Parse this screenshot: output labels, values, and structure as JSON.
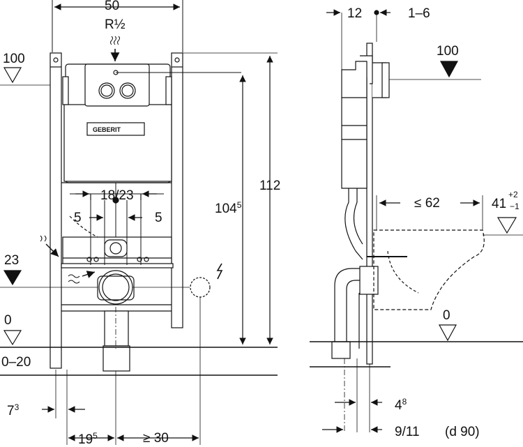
{
  "front_view": {
    "width_label": "50",
    "supply_label": "R½",
    "ref_level_100": "100",
    "height_total": "112",
    "height_inner_base": "104",
    "height_inner_sup": "5",
    "spacing_label": "18/23",
    "offset_left": "5",
    "offset_right": "5",
    "ref_level_23": "23",
    "ref_level_0": "0",
    "floor_range": "0–20",
    "foot_offset_base": "7",
    "foot_offset_sup": "3",
    "center_offset_base": "19",
    "center_offset_sup": "5",
    "electrical_offset": "≥ 30",
    "brand_logo": "GEBERIT"
  },
  "side_view": {
    "top_width": "12",
    "top_gap": "1–6",
    "ref_level_100": "100",
    "bowl_depth": "≤ 62",
    "bowl_height_base": "41",
    "bowl_height_tol_plus": "+2",
    "bowl_height_tol_minus": "−1",
    "ref_level_0": "0",
    "pipe_offset_base": "4",
    "pipe_offset_sup": "8",
    "pipe_distance": "9/11",
    "pipe_diameter": "(d 90)"
  },
  "colors": {
    "line": "#111111",
    "frame_fill": "#ffffff",
    "cistern_fill": "#ffffff",
    "dashed": "#333333"
  }
}
